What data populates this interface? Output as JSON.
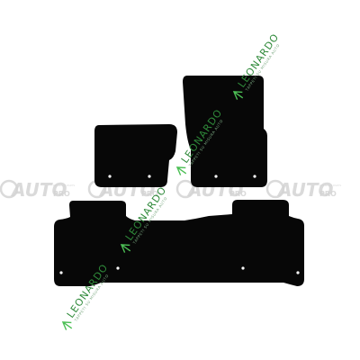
{
  "image": {
    "subject": "car floor mat set",
    "background": "#ffffff",
    "mat_color": "#070707"
  },
  "watermarks": {
    "autopro": {
      "wordmark_prefix": "AUTO",
      "wordmark_suffix": "PRO",
      "tagline": "PREMIUM PARTS",
      "color": "#d4d4d4"
    },
    "leonardo": {
      "wordmark": "LEONARDO",
      "tagline": "TAPPETI SU MISURA AUTO",
      "color": "#2f8a3a"
    }
  },
  "mats": [
    {
      "id": "driver-front",
      "grommets": 2
    },
    {
      "id": "passenger-front",
      "grommets": 2
    },
    {
      "id": "rear",
      "grommets": 4
    }
  ]
}
